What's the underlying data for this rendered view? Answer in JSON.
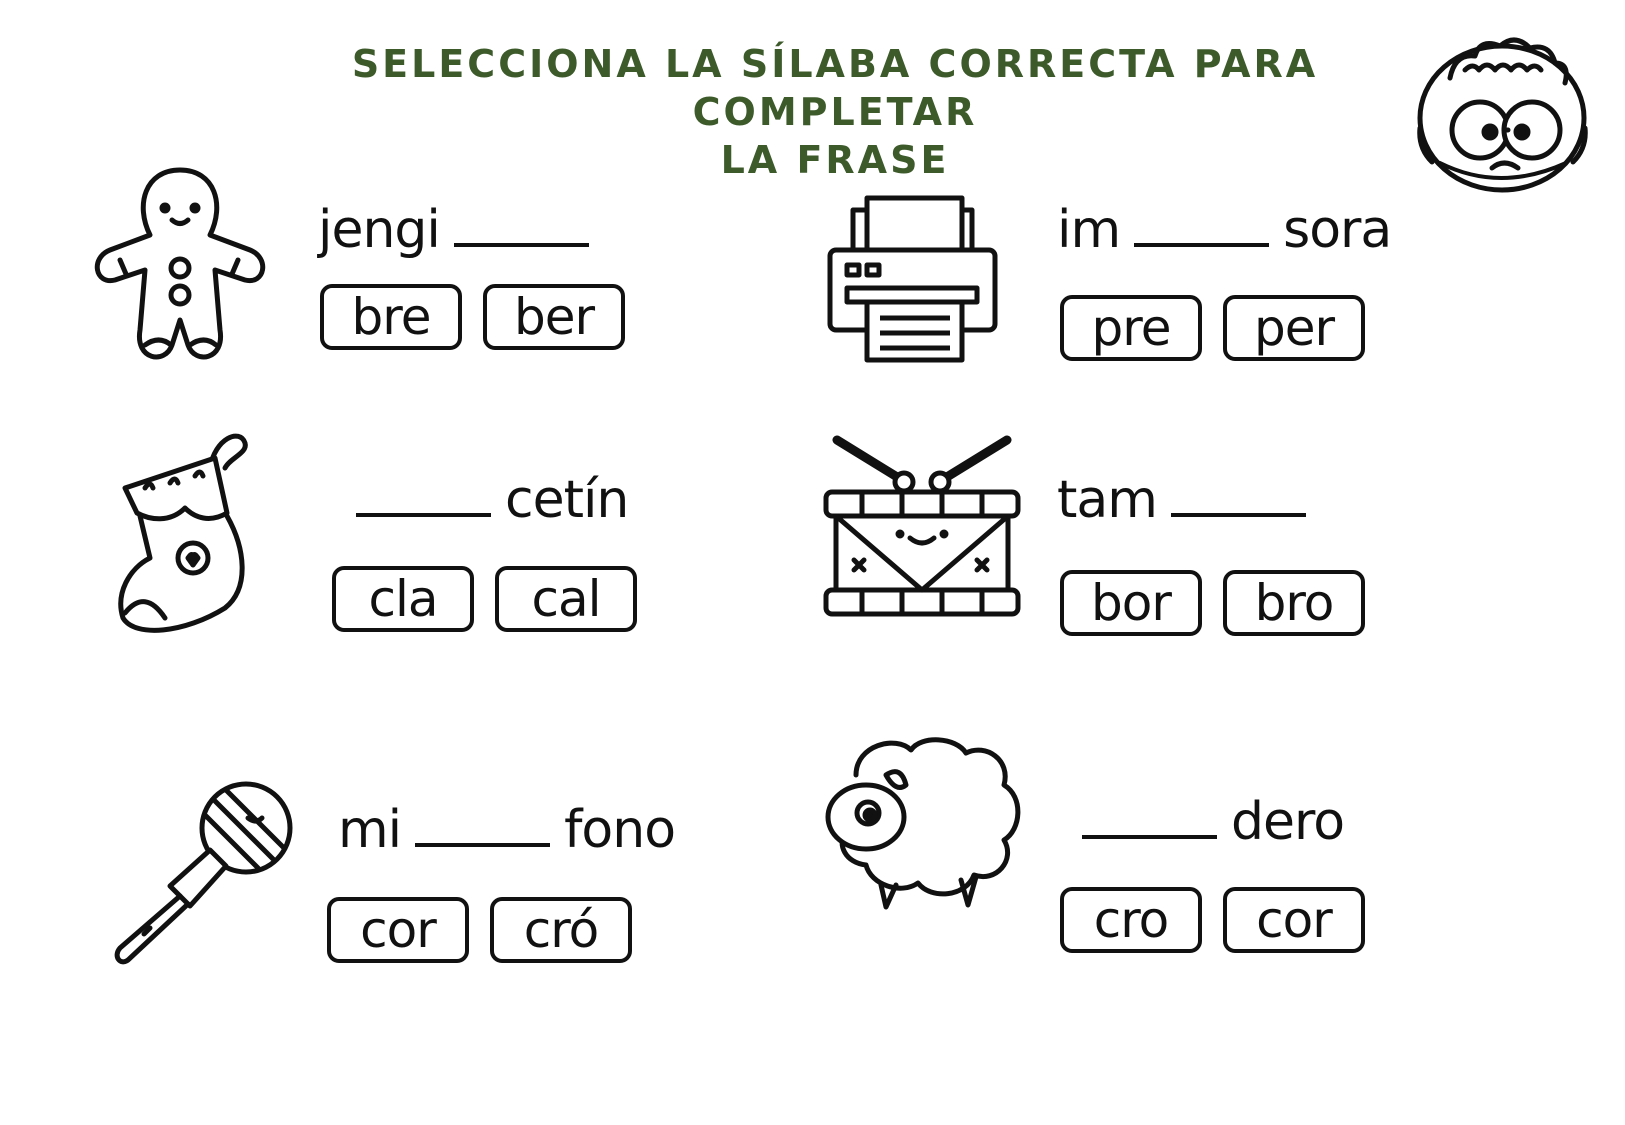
{
  "title": {
    "line1": "SELECCIONA LA SÍLABA CORRECTA PARA COMPLETAR",
    "line2": "LA FRASE"
  },
  "colors": {
    "title": "#3c5a2a",
    "ink": "#111111"
  },
  "exercises": [
    {
      "icon": "gingerbread-man-icon",
      "before": "jengi",
      "after": "",
      "options": [
        "bre",
        "ber"
      ]
    },
    {
      "icon": "printer-icon",
      "before": "im",
      "after": "sora",
      "options": [
        "pre",
        "per"
      ]
    },
    {
      "icon": "christmas-stocking-icon",
      "before": "",
      "after": "cetín",
      "options": [
        "cla",
        "cal"
      ]
    },
    {
      "icon": "drum-icon",
      "before": "tam",
      "after": "",
      "options": [
        "bor",
        "bro"
      ]
    },
    {
      "icon": "microphone-icon",
      "before": "mi",
      "after": "fono",
      "options": [
        "cor",
        "cró"
      ]
    },
    {
      "icon": "sheep-icon",
      "before": "",
      "after": "dero",
      "options": [
        "cro",
        "cor"
      ]
    }
  ]
}
